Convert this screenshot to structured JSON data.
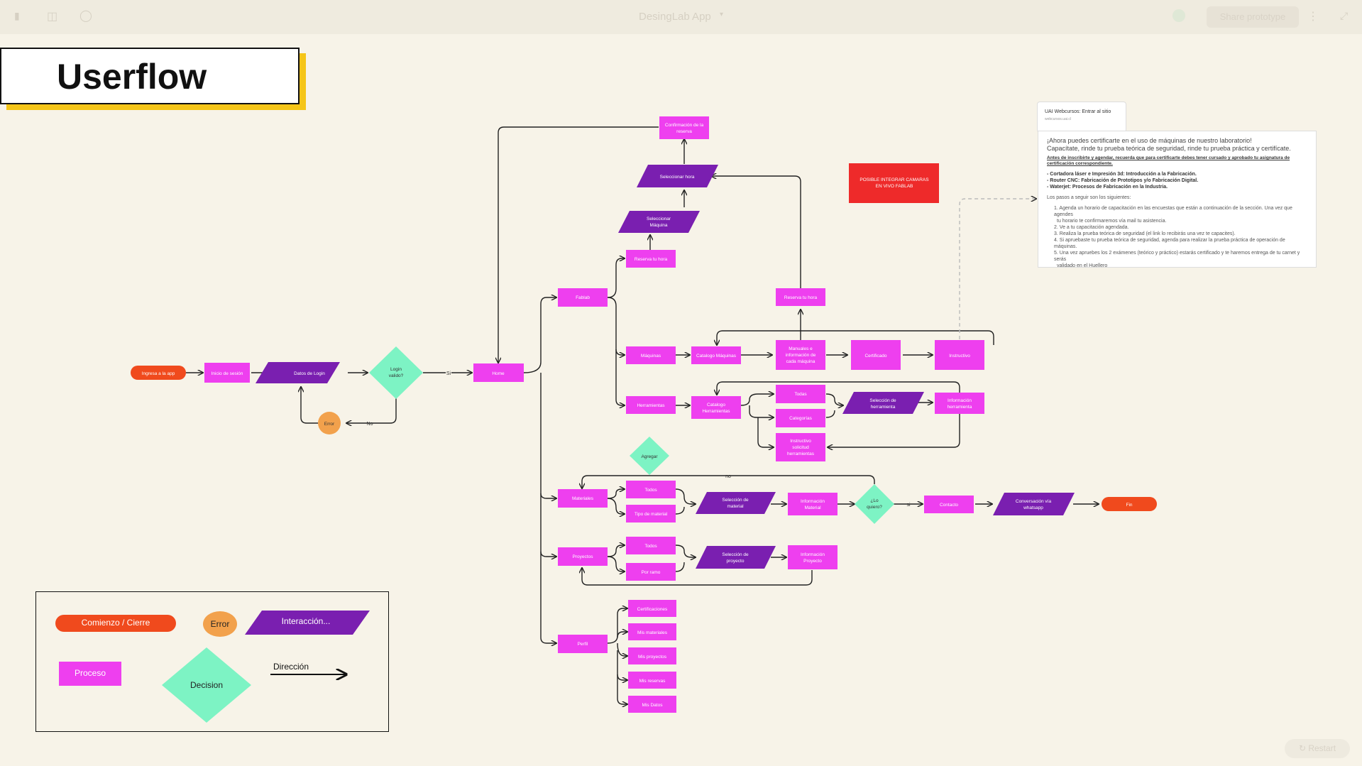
{
  "topbar": {
    "app_title": "DesingLab App",
    "share_label": "Share prototype",
    "restart_label": "Restart"
  },
  "title": "Userflow",
  "nodes": {
    "ingresa": "Ingresa a la app",
    "inicio_sesion": "Inicio de sesión",
    "datos_login": "Datos de Login",
    "login_valido": [
      "Login",
      "valido?"
    ],
    "error": "Error",
    "home": "Home",
    "label_si": "Si",
    "label_no": "No",
    "confirmacion": [
      "Confirmación de la",
      "reserva"
    ],
    "seleccionar_hora": "Seleccionar hora",
    "seleccionar_maquina": [
      "Seleccionar",
      "Máquina"
    ],
    "reserva_hora_1": "Reserva tu hora",
    "reserva_hora_2": "Reserva tu hora",
    "fablab": "Fablab",
    "maquinas": "Máquinas",
    "catalogo_maquinas": "Catalogo Máquinas",
    "manuales": [
      "Manuales e",
      "información de",
      "cada máquina"
    ],
    "certificado": "Certificado",
    "instructivo": "Instructivo",
    "herramientas": "Herramientas",
    "catalogo_herramientas": [
      "Catalogo",
      "Herramientas"
    ],
    "todos_h": "Todas",
    "categorias": "Categorías",
    "instructivo_sol": [
      "Instructivo",
      "solicitud",
      "herramientas"
    ],
    "seleccion_herramienta": [
      "Selección de",
      "herramienta"
    ],
    "info_herramienta": [
      "Información",
      "herramienta"
    ],
    "agregar": "Agregar",
    "label_no2": "no",
    "materiales": "Materiales",
    "todos_m": "Todos",
    "tipo_material": "Tipo de material",
    "seleccion_material": [
      "Selección de",
      "material"
    ],
    "info_material": [
      "Información",
      "Material"
    ],
    "lo_quiero": [
      "¿Lo",
      "quiero?"
    ],
    "label_si2": "si",
    "contacto": "Contacto",
    "conversacion": [
      "Conversación vía",
      "whatsapp"
    ],
    "fin": "Fin",
    "proyectos": "Proyectos",
    "todos_p": "Todos",
    "por_ramo": "Por ramo",
    "seleccion_proyecto": [
      "Selección de",
      "proyecto"
    ],
    "info_proyecto": [
      "Información",
      "Proyecto"
    ],
    "perfil": "Perfil",
    "certificaciones": "Certificaciones",
    "mis_materiales": "Mis materiales",
    "mis_proyectos": "Mis proyectos",
    "mis_reservas": "Mis reservas",
    "mis_datos": "Mis Datos",
    "camaras": [
      "POSIBLE INTEGRAR CAMARAS",
      "EN VIVO FABLAB"
    ]
  },
  "legend": {
    "comienzo": "Comienzo / Cierre",
    "error": "Error",
    "interaccion": "Interacción...",
    "proceso": "Proceso",
    "decision": "Decision",
    "direccion": "Dirección"
  },
  "note": {
    "header": "UAI Webcursos: Entrar al sitio",
    "url": "webcursos.uai.cl",
    "intro1": "¡Ahora puedes certificarte en el uso de máquinas de nuestro laboratorio!",
    "intro2": "Capacítate, rinde tu prueba teórica de seguridad, rinde tu prueba práctica y certifícate.",
    "warning": "Antes de inscribirte y agendar, recuerda que para certificarte debes tener cursado y aprobado tu asignatura de certificación correspondiente.",
    "req1": "- Cortadora láser e Impresión 3d: Introducción a la Fabricación.",
    "req2": "- Router CNC: Fabricación de Prototipos y/o Fabricación Digital.",
    "req3": "- Waterjet: Procesos de Fabricación en la Industria.",
    "steps_title": "Los pasos a seguir son los siguientes:",
    "step1a": "1. Agenda un horario de capacitación en las encuestas que están a continuación de la sección. Una vez que agendes",
    "step1b": "tu horario te confirmaremos vía mail tu asistencia.",
    "step2": "2. Ve a tu capacitación agendada.",
    "step3": "3. Realiza la prueba teórica de seguridad (el link lo recibirás una vez te capacites).",
    "step4": "4. Si apruebaste tu prueba teórica de seguridad, agenda para realizar la prueba práctica de operación de máquinas.",
    "step5a": "5. Una vez apruebes los 2 exámenes (teórico y práctico) estarás certificado y te haremos entrega de tu carnet y serás",
    "step5b": "validado en el Huellero"
  },
  "colors": {
    "background": "#f7f3e8",
    "process": "#ee3fef",
    "interaction": "#7a1fb0",
    "decision": "#7df3c4",
    "start_end": "#f04a1d",
    "error": "#f2a14c",
    "camera_note": "#ee2a2a",
    "title_shadow": "#f5c518"
  }
}
